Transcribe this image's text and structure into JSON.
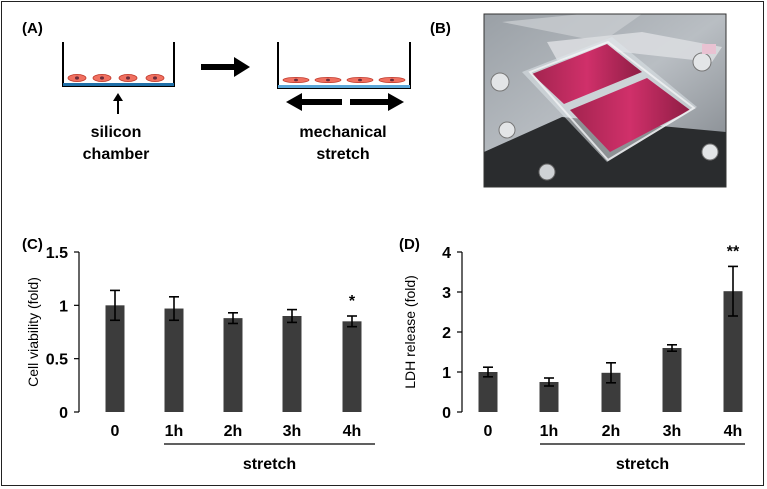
{
  "panels": {
    "a": {
      "label": "(A)",
      "left_caption": [
        "silicon",
        "chamber"
      ],
      "right_caption": [
        "mechanical",
        "stretch"
      ]
    },
    "b": {
      "label": "(B)"
    }
  },
  "chart_data": [
    {
      "panel": "(C)",
      "type": "bar",
      "categories": [
        "0",
        "1h",
        "2h",
        "3h",
        "4h"
      ],
      "values": [
        1.0,
        0.97,
        0.88,
        0.9,
        0.85
      ],
      "errors": [
        0.14,
        0.11,
        0.05,
        0.06,
        0.05
      ],
      "annotations": [
        "",
        "",
        "",
        "",
        "*"
      ],
      "title": "",
      "ylabel": "Cell viability (fold)",
      "xlabel": "",
      "group_label": "stretch",
      "group_start": 1,
      "group_end": 4,
      "ylim": [
        0,
        1.5
      ],
      "yticks": [
        0,
        0.5,
        1,
        1.5
      ],
      "ytick_labels": [
        "0",
        "0.5",
        "1",
        "1.5"
      ],
      "grid": false,
      "bar_color": "#3c3c3c"
    },
    {
      "panel": "(D)",
      "type": "bar",
      "categories": [
        "0",
        "1h",
        "2h",
        "3h",
        "4h"
      ],
      "values": [
        1.0,
        0.75,
        0.98,
        1.6,
        3.02
      ],
      "errors": [
        0.12,
        0.1,
        0.25,
        0.08,
        0.62
      ],
      "annotations": [
        "",
        "",
        "",
        "",
        "**"
      ],
      "title": "",
      "ylabel": "LDH release (fold)",
      "xlabel": "",
      "group_label": "stretch",
      "group_start": 1,
      "group_end": 4,
      "ylim": [
        0,
        4
      ],
      "yticks": [
        0,
        1,
        2,
        3,
        4
      ],
      "ytick_labels": [
        "0",
        "1",
        "2",
        "3",
        "4"
      ],
      "grid": false,
      "bar_color": "#3c3c3c"
    }
  ]
}
